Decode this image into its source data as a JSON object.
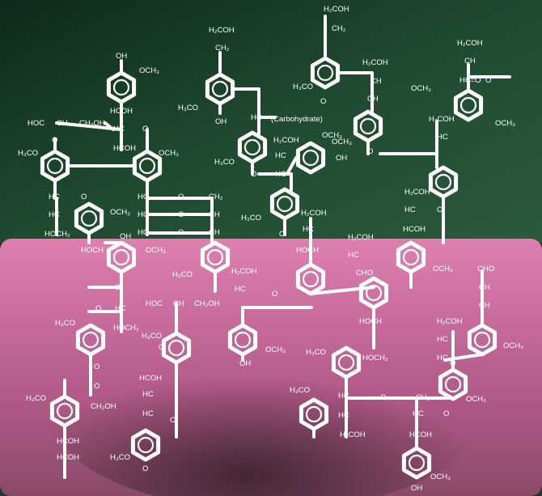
{
  "colors": {
    "top_background": "#1f4a30",
    "bottom_background": "#d576a8",
    "structure": "#ffffff"
  },
  "labels": {
    "ch2oh": "H₂COH",
    "ch2": "CH₂",
    "ch": "CH",
    "hc": "HC",
    "hcoh": "HCOH",
    "oh": "OH",
    "o": "O",
    "och3": "OCH₃",
    "h3co": "H₃CO",
    "hoc": "HOC",
    "ch2oh_right": "CH₂OH",
    "hoch2": "HOCH₂",
    "hoch": "HOCH",
    "cho": "CHO",
    "hco": "HC=O",
    "carbohydrate": "(Carbohydrate)"
  }
}
